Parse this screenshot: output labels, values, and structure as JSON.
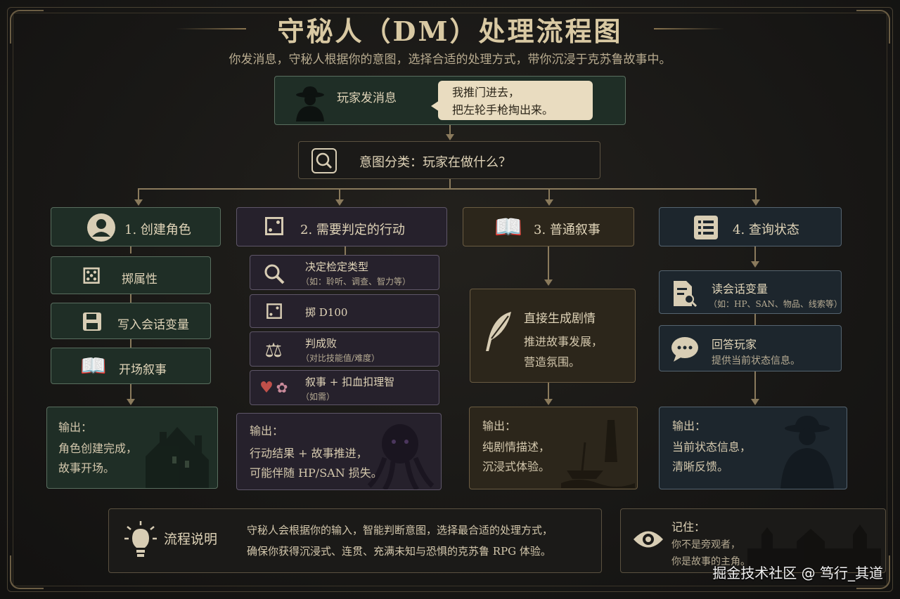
{
  "header": {
    "title": "守秘人（DM）处理流程图",
    "subtitle": "你发消息，守秘人根据你的意图，选择合适的处理方式，带你沉浸于克苏鲁故事中。"
  },
  "player": {
    "label": "玩家发消息",
    "bubble_line1": "我推门进去，",
    "bubble_line2": "把左轮手枪掏出来。"
  },
  "classify": {
    "label": "意图分类：玩家在做什么？"
  },
  "branches": {
    "create": {
      "title": "1. 创建角色",
      "steps": [
        "掷属性",
        "写入会话变量",
        "开场叙事"
      ],
      "output_label": "输出：",
      "output_line1": "角色创建完成，",
      "output_line2": "故事开场。"
    },
    "check": {
      "title": "2. 需要判定的行动",
      "step1_main": "决定检定类型",
      "step1_sub": "（如：聆听、调查、智力等）",
      "step2_main": "掷 D100",
      "step3_main": "判成败",
      "step3_sub": "（对比技能值/难度）",
      "step4_main": "叙事 + 扣血扣理智",
      "step4_sub": "（如需）",
      "output_label": "输出：",
      "output_line1": "行动结果 + 故事推进，",
      "output_line2": "可能伴随 HP/SAN 损失。"
    },
    "narrate": {
      "title": "3. 普通叙事",
      "step_main": "直接生成剧情",
      "step_line1": "推进故事发展，",
      "step_line2": "营造氛围。",
      "output_label": "输出：",
      "output_line1": "纯剧情描述，",
      "output_line2": "沉浸式体验。"
    },
    "query": {
      "title": "4. 查询状态",
      "step1_main": "读会话变量",
      "step1_sub": "（如：HP、SAN、物品、线索等）",
      "step2_main": "回答玩家",
      "step2_sub": "提供当前状态信息。",
      "output_label": "输出：",
      "output_line1": "当前状态信息，",
      "output_line2": "清晰反馈。"
    }
  },
  "footer": {
    "flow_title": "流程说明",
    "flow_line1": "守秘人会根据你的输入，智能判断意图，选择最合适的处理方式，",
    "flow_line2": "确保你获得沉浸式、连贯、充满未知与恐惧的克苏鲁 RPG 体验。",
    "remember_label": "记住：",
    "remember_line1": "你不是旁观者，",
    "remember_line2": "你是故事的主角。"
  },
  "watermark": "掘金技术社区 @ 笃行_其道",
  "colors": {
    "accent": "#d9c9a3",
    "connector": "#8a7a5c",
    "green_panel": "#1f2e26",
    "purple_panel": "#26212c",
    "brown_panel": "#2c261b",
    "blue_panel": "#1d262d"
  }
}
